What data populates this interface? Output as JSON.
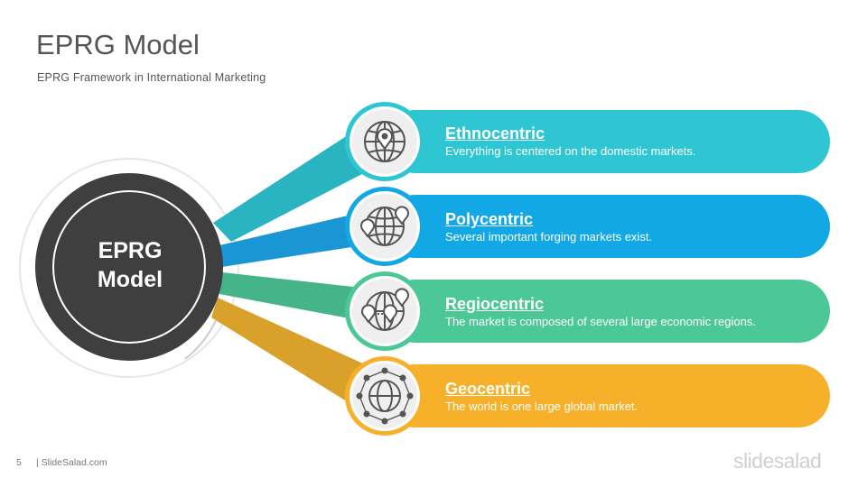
{
  "slide": {
    "title": "EPRG Model",
    "subtitle": "EPRG Framework in International  Marketing",
    "center": {
      "line1": "EPRG",
      "line2": "Model"
    },
    "items": [
      {
        "title": "Ethnocentric",
        "description": "Everything is centered on the domestic markets.",
        "color": "#2ec6d3",
        "icon": "globe-pin-icon"
      },
      {
        "title": "Polycentric",
        "description": "Several important forging markets exist.",
        "color": "#12a8e6",
        "icon": "globe-two-pins-icon"
      },
      {
        "title": "Regiocentric",
        "description": "The market is composed of several large economic regions.",
        "color": "#4cc897",
        "icon": "globe-network-pins-icon"
      },
      {
        "title": "Geocentric",
        "description": "The world is one large global market.",
        "color": "#f7b02a",
        "icon": "globe-connected-nodes-icon"
      }
    ]
  },
  "footer": {
    "page_number": "5",
    "site": "|  SlideSalad.com",
    "brand": "slidesalad"
  }
}
